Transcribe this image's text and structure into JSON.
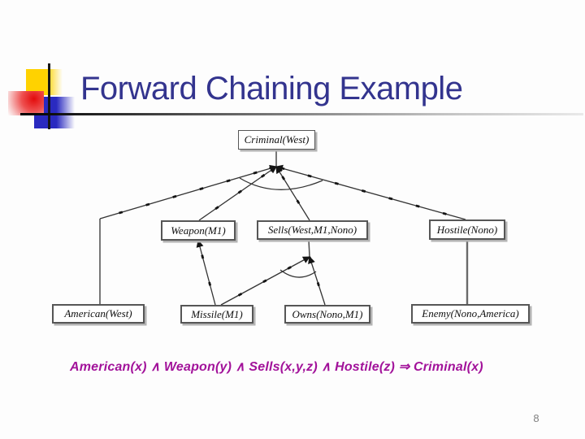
{
  "slide": {
    "title": "Forward Chaining Example",
    "page_number": "8"
  },
  "tree": {
    "nodes": {
      "criminal": {
        "label": "Criminal(West)"
      },
      "weapon": {
        "label": "Weapon(M1)"
      },
      "sells": {
        "label": "Sells(West,M1,Nono)"
      },
      "hostile": {
        "label": "Hostile(Nono)"
      },
      "american": {
        "label": "American(West)"
      },
      "missile": {
        "label": "Missile(M1)"
      },
      "owns": {
        "label": "Owns(Nono,M1)"
      },
      "enemy": {
        "label": "Enemy(Nono,America)"
      }
    },
    "inferences": [
      {
        "conclusion": "Criminal(West)",
        "premises": [
          "American(West)",
          "Weapon(M1)",
          "Sells(West,M1,Nono)",
          "Hostile(Nono)"
        ]
      },
      {
        "conclusion": "Weapon(M1)",
        "premises": [
          "Missile(M1)"
        ]
      },
      {
        "conclusion": "Sells(West,M1,Nono)",
        "premises": [
          "Missile(M1)",
          "Owns(Nono,M1)"
        ]
      },
      {
        "conclusion": "Hostile(Nono)",
        "premises": [
          "Enemy(Nono,America)"
        ]
      }
    ]
  },
  "formula": {
    "text": "American(x) ∧ Weapon(y) ∧ Sells(x,y,z) ∧ Hostile(z) ⇒ Criminal(x)"
  },
  "colors": {
    "title": "#33348e",
    "formula": "#a2129a",
    "line": "#333333",
    "deco_yellow": "#ffd200",
    "deco_blue": "#2a2ac0",
    "deco_red": "#e30b0b"
  }
}
